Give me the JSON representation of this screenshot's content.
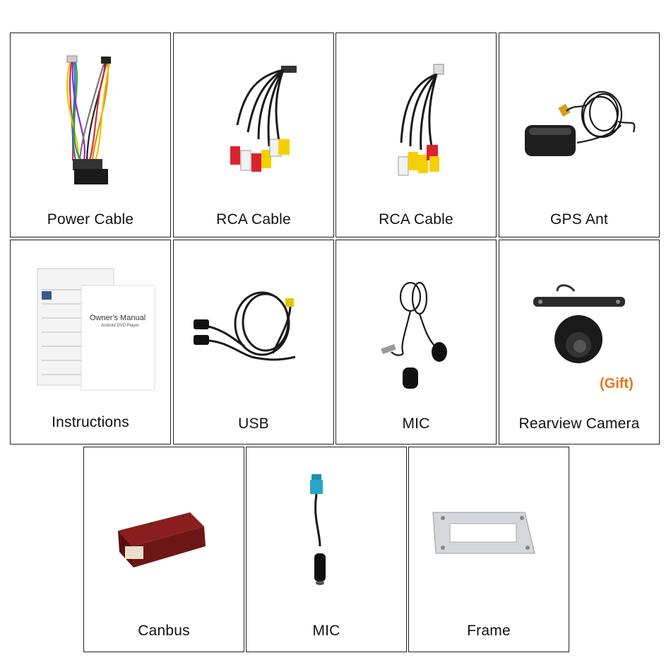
{
  "items": [
    {
      "label": "Power Cable",
      "icon": "power-cable-icon"
    },
    {
      "label": "RCA Cable",
      "icon": "rca-cable-icon"
    },
    {
      "label": "RCA Cable",
      "icon": "rca-cable-icon"
    },
    {
      "label": "GPS Ant",
      "icon": "gps-antenna-icon"
    },
    {
      "label": "Instructions",
      "icon": "manual-icon"
    },
    {
      "label": "USB",
      "icon": "usb-cable-icon"
    },
    {
      "label": "MIC",
      "icon": "microphone-icon"
    },
    {
      "label": "Rearview Camera",
      "icon": "rearview-camera-icon",
      "badge": "(Gift)"
    },
    {
      "label": "Canbus",
      "icon": "canbus-box-icon"
    },
    {
      "label": "MIC",
      "icon": "mic-adapter-icon"
    },
    {
      "label": "Frame",
      "icon": "mounting-frame-icon"
    }
  ],
  "manual": {
    "title": "Owner's Manual",
    "subtitle": "Android DVD Player"
  },
  "colors": {
    "border": "#222222",
    "badge": "#e8751a",
    "rca_red": "#d9232e",
    "rca_white": "#f2f2f2",
    "rca_yellow": "#f5d000",
    "connector_blue": "#2aa6c9"
  }
}
